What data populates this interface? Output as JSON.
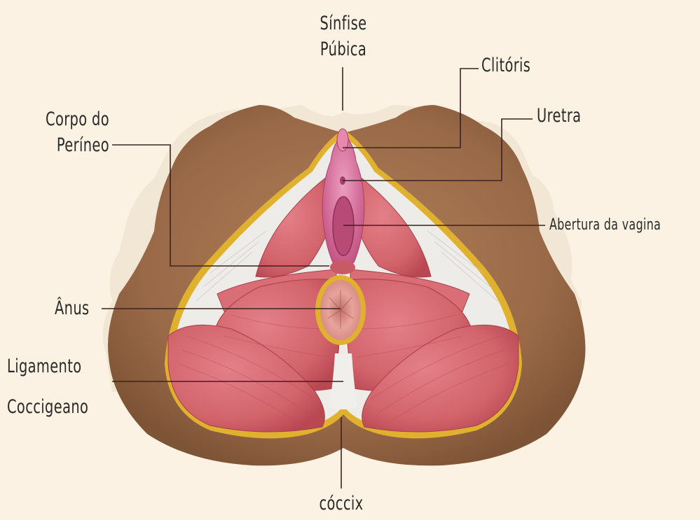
{
  "labels": {
    "sinfise_line1": "Sínfise",
    "sinfise_line2": "Púbica",
    "clitoris": "Clitóris",
    "uretra": "Uretra",
    "corpo_line1": "Corpo do",
    "corpo_line2": "Períneo",
    "abertura": "Abertura da vagina",
    "anus": "Ânus",
    "ligamento_line1": "Ligamento",
    "ligamento_line2": "Coccigeano",
    "coccix": "cóccix"
  },
  "colors": {
    "background": "#fbf2e4",
    "skin": "#9a6a48",
    "muscle": "#d2636b",
    "fat_border": "#e0b12e",
    "tendon": "#eeece8",
    "mucosa": "#d9749a"
  }
}
